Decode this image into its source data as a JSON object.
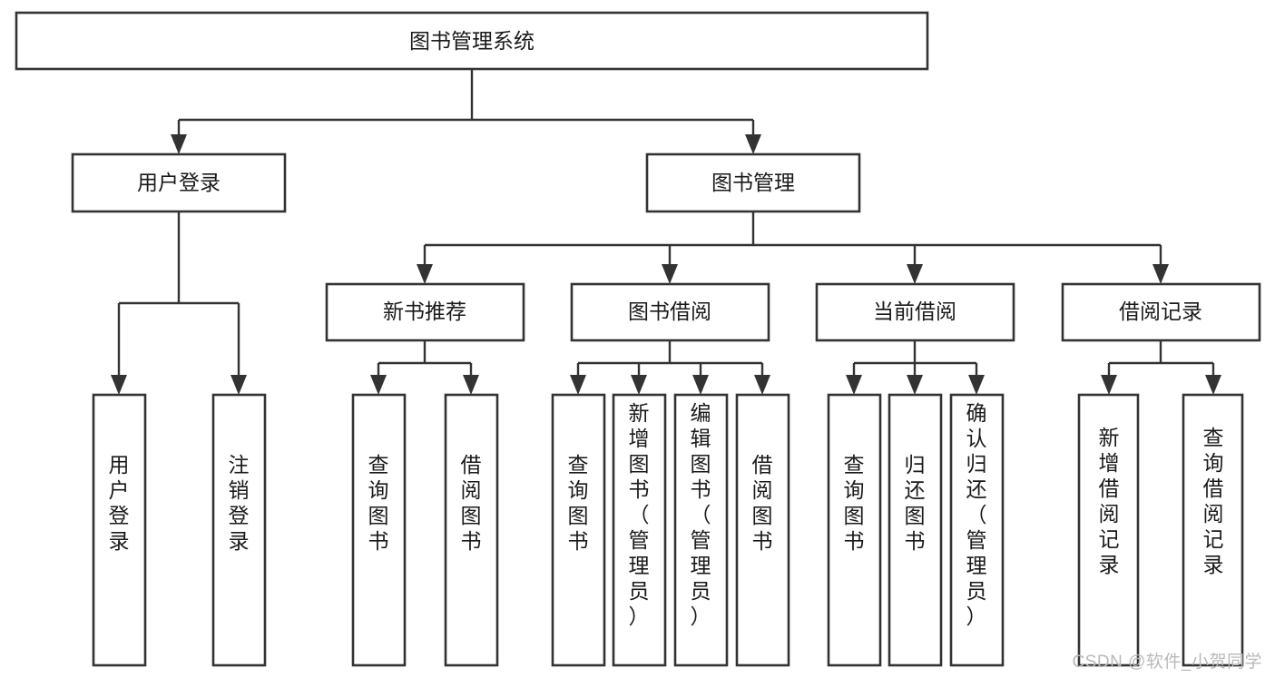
{
  "diagram": {
    "type": "tree",
    "title": "图书管理系统",
    "orientation": "top-down",
    "watermark": "CSDN @软件_小贺同学",
    "colors": {
      "background": "#ffffff",
      "box_fill": "#ffffff",
      "box_stroke": "#333333",
      "text": "#1a1a1a",
      "watermark": "#b9b9b9"
    },
    "root": {
      "id": "root",
      "label": "图书管理系统"
    },
    "level2": [
      {
        "id": "user-login",
        "label": "用户登录"
      },
      {
        "id": "book-manage",
        "label": "图书管理"
      }
    ],
    "level3": [
      {
        "id": "new-book-recommend",
        "label": "新书推荐",
        "parent": "book-manage"
      },
      {
        "id": "book-borrow",
        "label": "图书借阅",
        "parent": "book-manage"
      },
      {
        "id": "current-borrow",
        "label": "当前借阅",
        "parent": "book-manage"
      },
      {
        "id": "borrow-record",
        "label": "借阅记录",
        "parent": "book-manage"
      }
    ],
    "leaves": {
      "user-login": [
        {
          "id": "leaf-user-login",
          "label": "用户登录"
        },
        {
          "id": "leaf-user-logout",
          "label": "注销登录"
        }
      ],
      "new-book-recommend": [
        {
          "id": "leaf-query-book-1",
          "label": "查询图书"
        },
        {
          "id": "leaf-borrow-book-1",
          "label": "借阅图书"
        }
      ],
      "book-borrow": [
        {
          "id": "leaf-query-book-2",
          "label": "查询图书"
        },
        {
          "id": "leaf-add-book",
          "label": "新增图书（管理员）"
        },
        {
          "id": "leaf-edit-book",
          "label": "编辑图书（管理员）"
        },
        {
          "id": "leaf-borrow-book-2",
          "label": "借阅图书"
        }
      ],
      "current-borrow": [
        {
          "id": "leaf-query-book-3",
          "label": "查询图书"
        },
        {
          "id": "leaf-return-book",
          "label": "归还图书"
        },
        {
          "id": "leaf-confirm-return",
          "label": "确认归还（管理员）"
        }
      ],
      "borrow-record": [
        {
          "id": "leaf-add-record",
          "label": "新增借阅记录"
        },
        {
          "id": "leaf-query-record",
          "label": "查询借阅记录"
        }
      ]
    }
  }
}
